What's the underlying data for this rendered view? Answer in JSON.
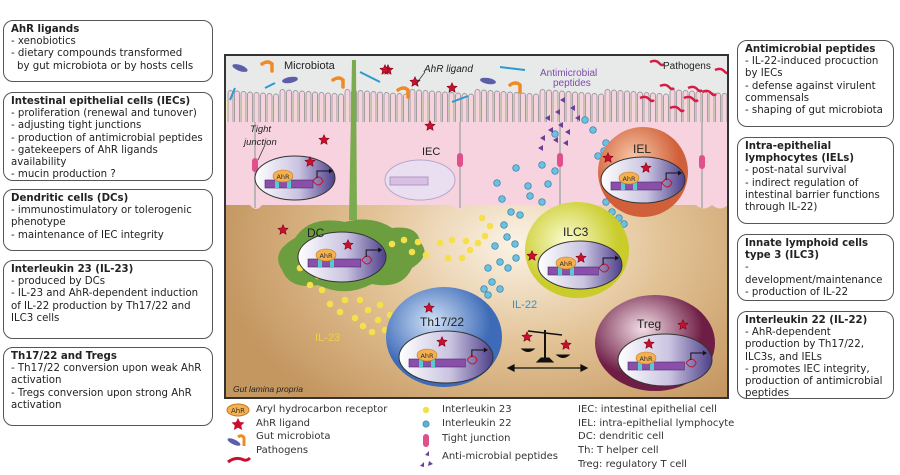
{
  "left_boxes": [
    {
      "title": "AhR ligands",
      "lines": [
        "- xenobiotics",
        "- dietary compounds transformed",
        "  by gut microbiota or by hosts cells"
      ]
    },
    {
      "title": "Intestinal epithelial cells (IECs)",
      "lines": [
        "- proliferation (renewal and tunover)",
        "- adjusting tight junctions",
        "- production of antimicrobial peptides",
        "- gatekeepers of AhR ligands availability",
        "- mucin production ?"
      ]
    },
    {
      "title": "Dendritic cells (DCs)",
      "lines": [
        "- immunostimulatory or tolerogenic phenotype",
        "- maintenance of IEC integrity"
      ]
    },
    {
      "title": "Interleukin 23 (IL-23)",
      "lines": [
        "- produced by DCs",
        "- IL-23 and AhR-dependent induction of IL-22 production by Th17/22 and ILC3 cells"
      ]
    },
    {
      "title": "Th17/22 and Tregs",
      "lines": [
        "- Th17/22 conversion upon weak AhR activation",
        "- Tregs conversion upon strong AhR activation"
      ]
    }
  ],
  "right_boxes": [
    {
      "title": "Antimicrobial peptides",
      "lines": [
        "- IL-22-induced procuction by IECs",
        "- defense against virulent commensals",
        "- shaping of gut microbiota"
      ]
    },
    {
      "title": "Intra-epithelial lymphocytes (IELs)",
      "lines": [
        "- post-natal survival",
        "- indirect regulation of intestinal barrier functions through IL-22)"
      ]
    },
    {
      "title": "Innate lymphoid cells type 3 (ILC3)",
      "lines": [
        "- development/maintenance",
        "- production of IL-22"
      ]
    },
    {
      "title": "Interleukin 22 (IL-22)",
      "lines": [
        "- AhR-dependent production by Th17/22, ILC3s, and IELs",
        "- promotes IEC integrity, production of antimicrobial peptides"
      ]
    }
  ],
  "diagram": {
    "microbiota": "Microbiota",
    "ahr_ligand": "AhR ligand",
    "antimicrobial_peptides_1": "Antimicrobial",
    "antimicrobial_peptides_2": "peptides",
    "pathogens": "Pathogens",
    "tight_junction_1": "Tight",
    "tight_junction_2": "junction",
    "iec": "IEC",
    "iel": "IEL",
    "dc": "DC",
    "ilc3": "ILC3",
    "th17": "Th17/22",
    "treg": "Treg",
    "il22": "IL-22",
    "il23": "IL-23",
    "lamina": "Gut lamina propria",
    "ahr": "AhR"
  },
  "legend": {
    "col1": [
      "Aryl hydrocarbon receptor",
      "AhR ligand",
      "Gut microbiota",
      "Pathogens"
    ],
    "col2": [
      "Interleukin 23",
      "Interleukin 22",
      "Tight junction",
      "Anti-microbial peptides"
    ],
    "col3": [
      "IEC: intestinal epithelial cell",
      "IEL: intra-epithelial lymphocyte",
      "DC: dendritic cell",
      "Th: T helper cell",
      "Treg: regulatory T cell"
    ]
  },
  "colors": {
    "ligand": "#c8102e",
    "il23": "#f5e04a",
    "il22": "#5ab4d6",
    "tight": "#e0508a",
    "peptide": "#6a3f9a",
    "lamina": "#c9a06a",
    "iec": "#f6d3df"
  }
}
